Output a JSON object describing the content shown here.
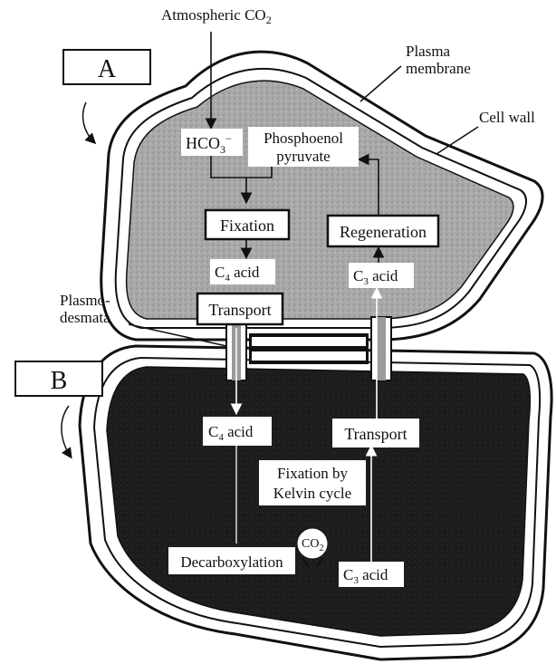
{
  "labels": {
    "atmospheric_co2": "Atmospheric CO",
    "atmospheric_co2_sub": "2",
    "plasma_membrane_line1": "Plasma",
    "plasma_membrane_line2": "membrane",
    "cell_wall": "Cell wall",
    "cell_a": "A",
    "cell_b": "B",
    "plasmodesmata_line1": "Plasmo-",
    "plasmodesmata_line2": "desmata"
  },
  "cell_a": {
    "hco3": "HCO",
    "hco3_sub": "3",
    "hco3_sup": "−",
    "pep_line1": "Phosphoenol",
    "pep_line2": "pyruvate",
    "fixation": "Fixation",
    "regeneration": "Regeneration",
    "c4_acid_c": "C",
    "c4_acid_sub": "4",
    "c4_acid_word": " acid",
    "c3_acid_c": "C",
    "c3_acid_sub": "3",
    "c3_acid_word": " acid",
    "transport": "Transport"
  },
  "cell_b": {
    "c4_acid_c": "C",
    "c4_acid_sub": "4",
    "c4_acid_word": " acid",
    "transport": "Transport",
    "fixation_line1": "Fixation by",
    "fixation_line2": "Kelvin cycle",
    "co2": "CO",
    "co2_sub": "2",
    "decarboxylation": "Decarboxylation",
    "c3_acid_c": "C",
    "c3_acid_sub": "3",
    "c3_acid_word": " acid"
  },
  "colors": {
    "cell_a_fill": "#a9a9a9",
    "cell_b_fill": "#1c1c1c",
    "outline": "#111111",
    "box_fill": "#ffffff"
  }
}
